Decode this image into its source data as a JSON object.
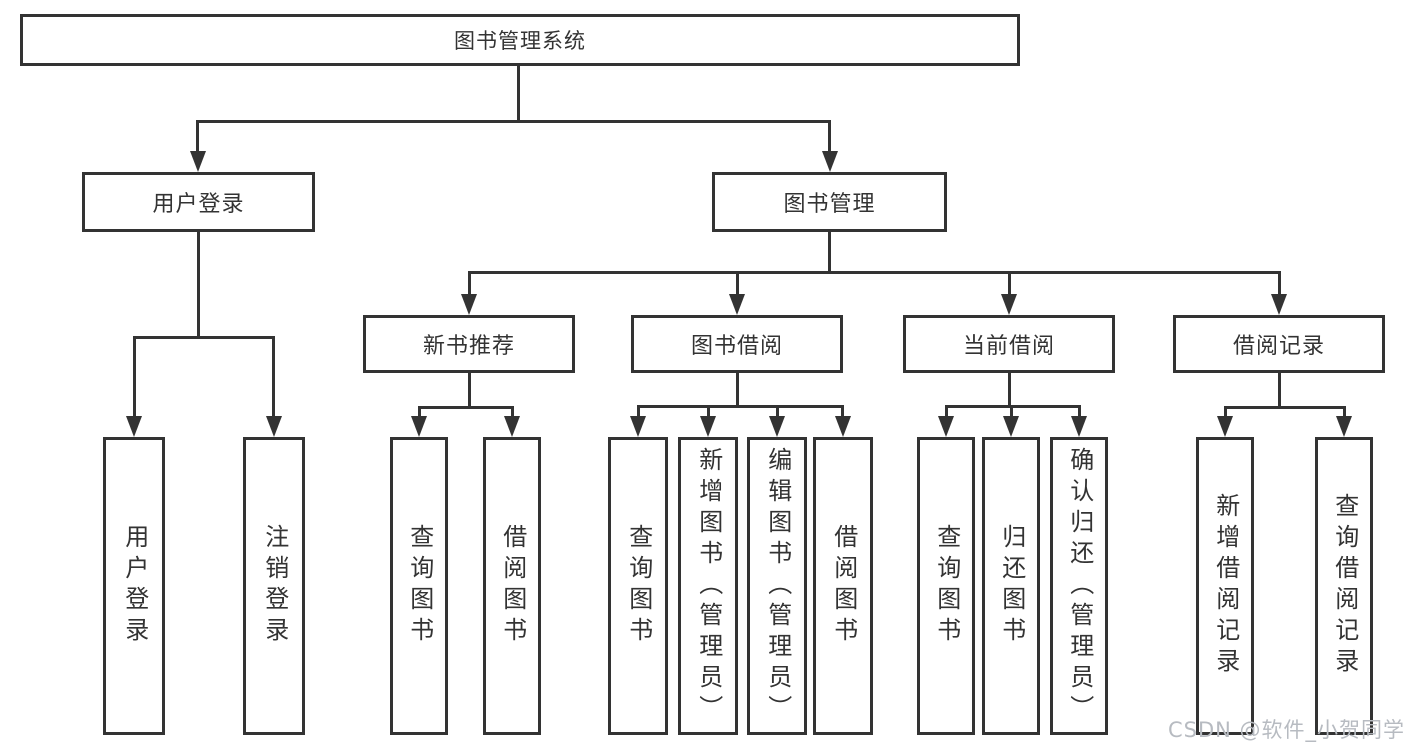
{
  "diagram": {
    "root": {
      "label": "图书管理系统"
    },
    "level2": [
      {
        "label": "用户登录"
      },
      {
        "label": "图书管理"
      }
    ],
    "level3": [
      {
        "label": "新书推荐"
      },
      {
        "label": "图书借阅"
      },
      {
        "label": "当前借阅"
      },
      {
        "label": "借阅记录"
      }
    ],
    "leaves": {
      "user_login": [
        {
          "label": "用户登录"
        },
        {
          "label": "注销登录"
        }
      ],
      "new_book": [
        {
          "label": "查询图书"
        },
        {
          "label": "借阅图书"
        }
      ],
      "book_borrow": [
        {
          "label": "查询图书"
        },
        {
          "label": "新增图书（管理员）"
        },
        {
          "label": "编辑图书（管理员）"
        },
        {
          "label": "借阅图书"
        }
      ],
      "current_borrow": [
        {
          "label": "查询图书"
        },
        {
          "label": "归还图书"
        },
        {
          "label": "确认归还（管理员）"
        }
      ],
      "borrow_records": [
        {
          "label": "新增借阅记录"
        },
        {
          "label": "查询借阅记录"
        }
      ]
    },
    "watermark": "CSDN @软件_小贺同学",
    "colors": {
      "line": "#333333",
      "text": "#333333",
      "watermark": "#b7bbc1",
      "background": "#ffffff"
    }
  }
}
